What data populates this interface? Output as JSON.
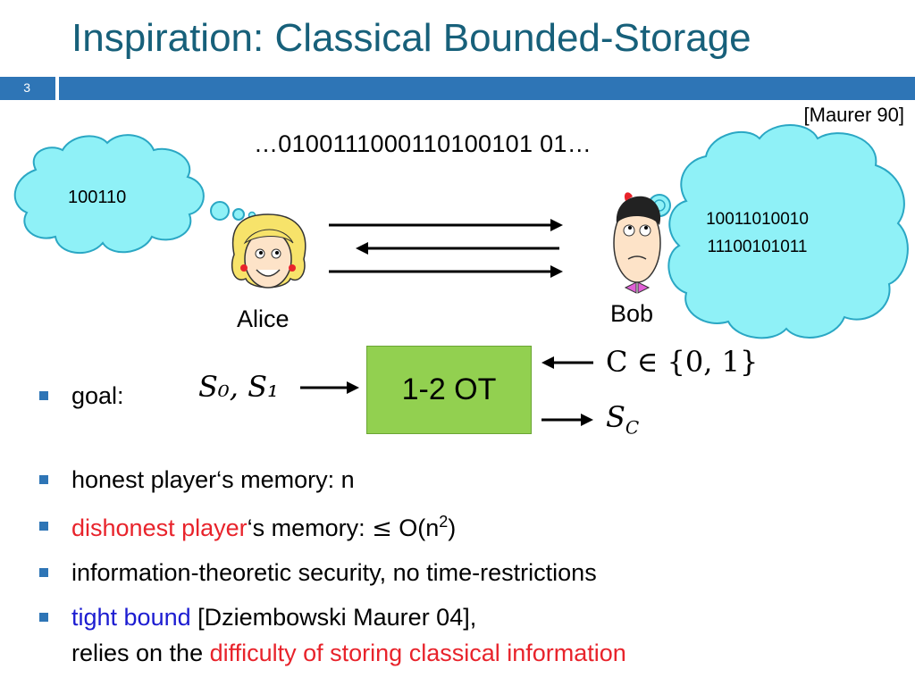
{
  "slide": {
    "title": "Inspiration: Classical Bounded-Storage",
    "number": "3",
    "citation": "[Maurer 90]"
  },
  "scene": {
    "bit_stream": "…0100111000110100101 01…",
    "alice": {
      "name": "Alice",
      "thought": "100110"
    },
    "bob": {
      "name": "Bob",
      "thought_line1": "10011010010",
      "thought_line2": "11100101011"
    },
    "ot_box": "1-2 OT",
    "inputs": "S₀, S₁",
    "choice": "C ∈ {0, 1}",
    "output": "S",
    "output_sub": "C"
  },
  "bullets": {
    "goal": "goal:",
    "b2": "honest player‘s memory: n",
    "b3_red": "dishonest player",
    "b3_rest": "‘s memory: ",
    "b3_leq": "≤",
    "b3_o": " O(n",
    "b3_sup": "2",
    "b3_close": ")",
    "b4": "information-theoretic security, no time-restrictions",
    "b5_blue": "tight bound",
    "b5_rest": " [Dziembowski Maurer 04],",
    "b5_line2_start": "relies on the ",
    "b5_line2_red": "difficulty of storing classical information"
  },
  "colors": {
    "title": "#17607a",
    "accent_bar": "#2e75b6",
    "cloud_fill": "#8ff1f7",
    "cloud_stroke": "#2aa7c4",
    "ot_fill": "#92d050",
    "red": "#e8232b",
    "blue": "#1c1cd1"
  }
}
